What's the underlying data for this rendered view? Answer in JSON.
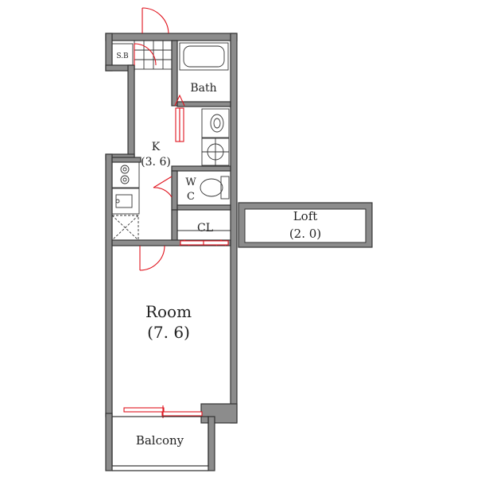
{
  "rooms": {
    "storage": {
      "label": "S.B"
    },
    "bath": {
      "label": "Bath"
    },
    "kitchen": {
      "label": "K",
      "area": "(3. 6)"
    },
    "toilet": {
      "label_w": "W",
      "label_c": "C"
    },
    "closet": {
      "label": "CL"
    },
    "loft": {
      "label": "Loft",
      "area": "(2. 0)"
    },
    "room": {
      "label": "Room",
      "area": "(7. 6)"
    },
    "balcony": {
      "label": "Balcony"
    }
  },
  "colors": {
    "wall": "#8c8c8c",
    "line": "#333333",
    "fitting": "#e0141e"
  }
}
